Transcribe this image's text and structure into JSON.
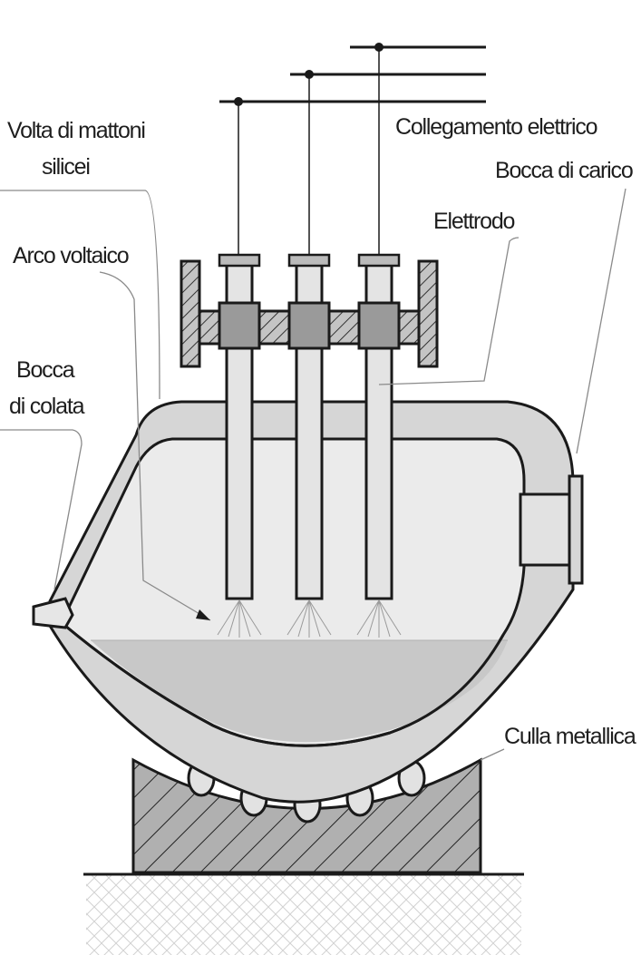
{
  "labels": {
    "volta_line1": "Volta di mattoni",
    "volta_line2": "silicei",
    "collegamento": "Collegamento elettrico",
    "bocca_carico": "Bocca di carico",
    "elettrodo": "Elettrodo",
    "arco": "Arco voltaico",
    "bocca_colata_line1": "Bocca",
    "bocca_colata_line2": "di colata",
    "culla": "Culla metallica"
  },
  "colors": {
    "line": "#1a1a1a",
    "shell": "#d6d6d6",
    "interior": "#ebebeb",
    "bath": "#c8c8c8",
    "electrode": "#e4e4e4",
    "clamp": "#9a9a9a",
    "cradle": "#b0b0b0",
    "leader": "#9a9a9a"
  }
}
